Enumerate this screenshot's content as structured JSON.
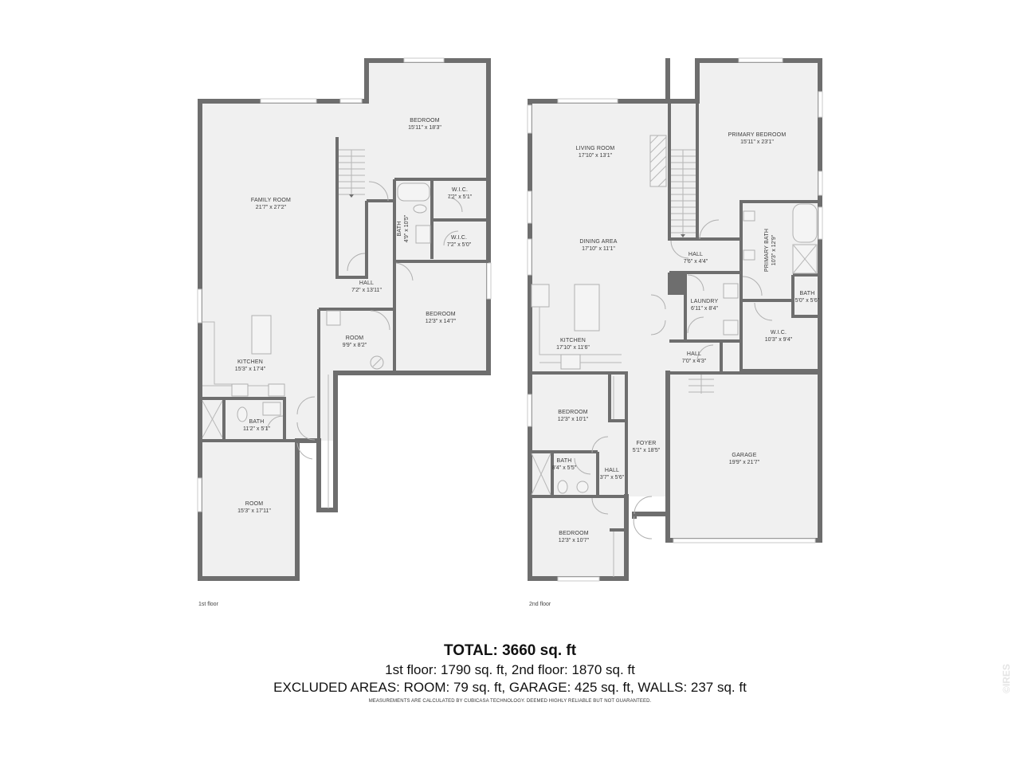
{
  "floors": [
    {
      "label": "1st floor",
      "rooms": [
        {
          "name": "FAMILY ROOM",
          "dims": "21'7\" x 27'2\""
        },
        {
          "name": "BEDROOM",
          "dims": "15'11\" x 18'3\""
        },
        {
          "name": "W.I.C.",
          "dims": "7'2\" x 5'1\""
        },
        {
          "name": "BATH",
          "dims": "4'9\" x 10'5\""
        },
        {
          "name": "W.I.C.",
          "dims": "7'2\" x 5'0\""
        },
        {
          "name": "HALL",
          "dims": "7'2\" x 13'11\""
        },
        {
          "name": "ROOM",
          "dims": "9'9\" x 8'2\""
        },
        {
          "name": "BEDROOM",
          "dims": "12'3\" x 14'7\""
        },
        {
          "name": "KITCHEN",
          "dims": "15'3\" x 17'4\""
        },
        {
          "name": "BATH",
          "dims": "11'2\" x 5'1\""
        },
        {
          "name": "ROOM",
          "dims": "15'3\" x 17'11\""
        }
      ]
    },
    {
      "label": "2nd floor",
      "rooms": [
        {
          "name": "LIVING ROOM",
          "dims": "17'10\" x 13'1\""
        },
        {
          "name": "PRIMARY BEDROOM",
          "dims": "15'11\" x 23'1\""
        },
        {
          "name": "DINING AREA",
          "dims": "17'10\" x 11'1\""
        },
        {
          "name": "HALL",
          "dims": "7'6\" x 4'4\""
        },
        {
          "name": "PRIMARY BATH",
          "dims": "10'3\" x 12'9\""
        },
        {
          "name": "LAUNDRY",
          "dims": "6'11\" x 8'4\""
        },
        {
          "name": "BATH",
          "dims": "5'0\" x 5'6\""
        },
        {
          "name": "W.I.C.",
          "dims": "10'3\" x 9'4\""
        },
        {
          "name": "KITCHEN",
          "dims": "17'10\" x 11'6\""
        },
        {
          "name": "HALL",
          "dims": "7'0\" x 4'3\""
        },
        {
          "name": "BEDROOM",
          "dims": "12'3\" x 10'1\""
        },
        {
          "name": "FOYER",
          "dims": "5'1\" x 18'5\""
        },
        {
          "name": "GARAGE",
          "dims": "19'9\" x 21'7\""
        },
        {
          "name": "BATH",
          "dims": "8'4\" x 5'5\""
        },
        {
          "name": "HALL",
          "dims": "3'7\" x 5'6\""
        },
        {
          "name": "BEDROOM",
          "dims": "12'3\" x 10'7\""
        }
      ]
    }
  ],
  "summary": {
    "total": "TOTAL: 3660 sq. ft",
    "floors": "1st floor: 1790 sq. ft, 2nd floor: 1870 sq. ft",
    "excluded": "EXCLUDED AREAS: ROOM: 79 sq. ft, GARAGE: 425 sq. ft, WALLS: 237 sq. ft",
    "disclaimer": "MEASUREMENTS ARE CALCULATED BY CUBICASA TECHNOLOGY. DEEMED HIGHLY RELIABLE BUT NOT GUARANTEED."
  },
  "watermark": "©IRES",
  "colors": {
    "wall": "#6e6e6e",
    "floor_fill": "#f0f0f0",
    "background": "#ffffff"
  }
}
